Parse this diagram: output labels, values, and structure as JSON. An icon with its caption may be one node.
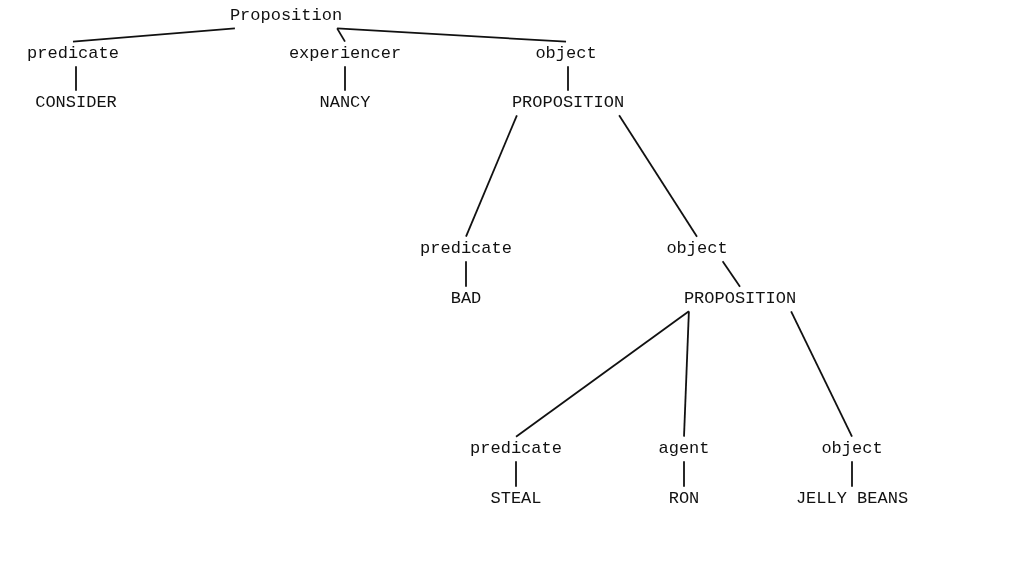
{
  "diagram": {
    "nodes": [
      {
        "text": [
          "Proposition"
        ]
      },
      {
        "text": [
          "predicate"
        ]
      },
      {
        "text": [
          "experiencer"
        ]
      },
      {
        "text": [
          "object"
        ]
      },
      {
        "text": [
          "CONSIDER"
        ]
      },
      {
        "text": [
          "NANCY"
        ]
      },
      {
        "text": [
          "PROPOSITION"
        ]
      },
      {
        "text": [
          "predicate"
        ]
      },
      {
        "text": [
          "object"
        ]
      },
      {
        "text": [
          "BAD"
        ]
      },
      {
        "text": [
          "PROPOSITION"
        ]
      },
      {
        "text": [
          "predicate"
        ]
      },
      {
        "text": [
          "agent"
        ]
      },
      {
        "text": [
          "object"
        ]
      },
      {
        "text": [
          "STEAL"
        ]
      },
      {
        "text": [
          "RON"
        ]
      },
      {
        "text": [
          "JELLY BEANS"
        ]
      }
    ],
    "edges": [
      {
        "from": 0,
        "to": 1,
        "arrow": "none"
      },
      {
        "from": 0,
        "to": 2,
        "arrow": "none"
      },
      {
        "from": 0,
        "to": 3,
        "arrow": "none"
      },
      {
        "from": 1,
        "to": 4,
        "arrow": "none"
      },
      {
        "from": 2,
        "to": 5,
        "arrow": "none"
      },
      {
        "from": 3,
        "to": 6,
        "arrow": "none"
      },
      {
        "from": 6,
        "to": 7,
        "arrow": "none"
      },
      {
        "from": 6,
        "to": 8,
        "arrow": "none"
      },
      {
        "from": 7,
        "to": 9,
        "arrow": "none"
      },
      {
        "from": 8,
        "to": 10,
        "arrow": "none"
      },
      {
        "from": 10,
        "to": 11,
        "arrow": "none"
      },
      {
        "from": 10,
        "to": 12,
        "arrow": "none"
      },
      {
        "from": 10,
        "to": 13,
        "arrow": "none"
      },
      {
        "from": 11,
        "to": 14,
        "arrow": "none"
      },
      {
        "from": 12,
        "to": 15,
        "arrow": "none"
      },
      {
        "from": 13,
        "to": 16,
        "arrow": "none"
      }
    ]
  }
}
